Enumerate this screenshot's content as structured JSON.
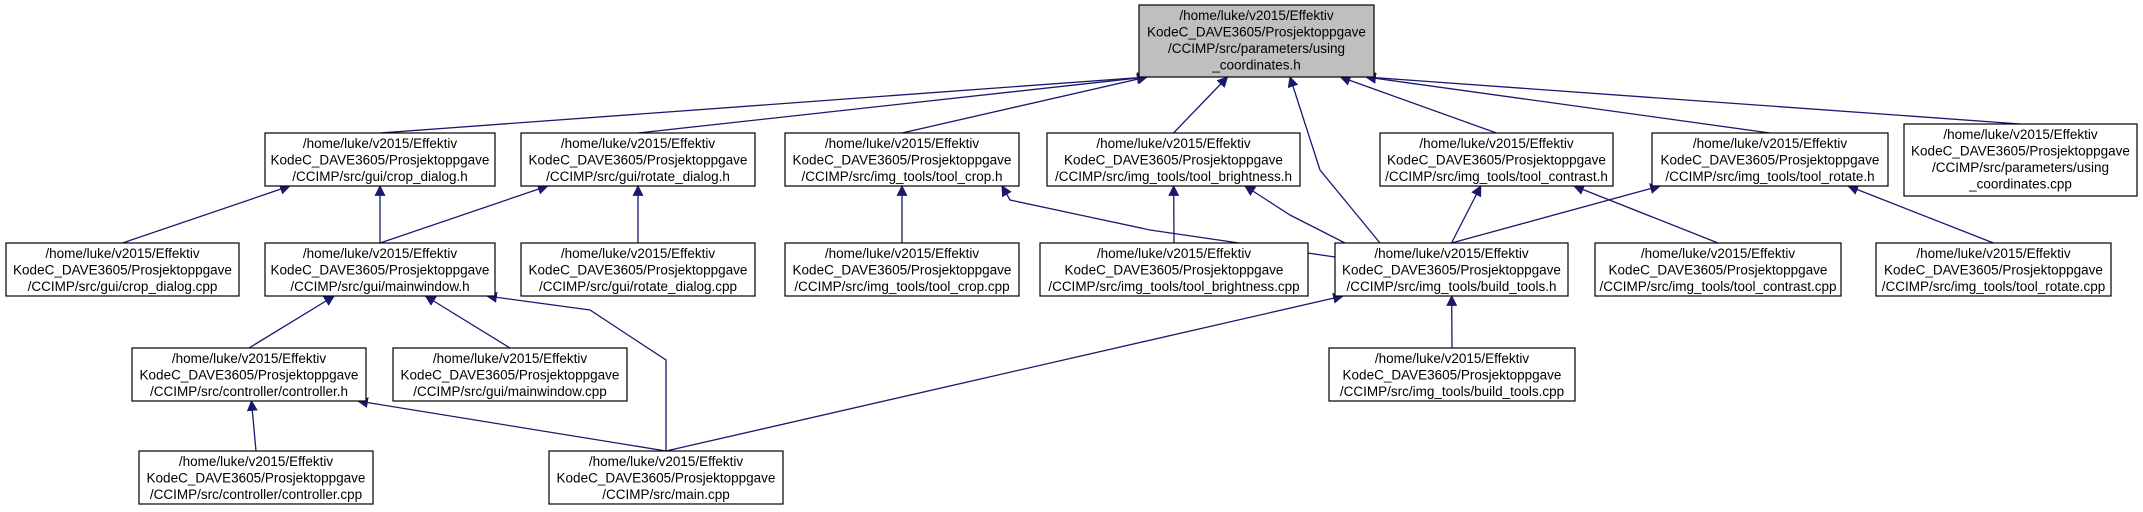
{
  "graph": {
    "edge_color": "#191970",
    "root_fill": "#bfbfbf",
    "node_fill": "#ffffff",
    "nodes": [
      {
        "id": "using_coordinates_h",
        "root": true,
        "lines": [
          "/home/luke/v2015/Effektiv",
          "KodeC_DAVE3605/Prosjektoppgave",
          "/CCIMP/src/parameters/using",
          "_coordinates.h"
        ]
      },
      {
        "id": "crop_dialog_h",
        "lines": [
          "/home/luke/v2015/Effektiv",
          "KodeC_DAVE3605/Prosjektoppgave",
          "/CCIMP/src/gui/crop_dialog.h"
        ]
      },
      {
        "id": "rotate_dialog_h",
        "lines": [
          "/home/luke/v2015/Effektiv",
          "KodeC_DAVE3605/Prosjektoppgave",
          "/CCIMP/src/gui/rotate_dialog.h"
        ]
      },
      {
        "id": "tool_crop_h",
        "lines": [
          "/home/luke/v2015/Effektiv",
          "KodeC_DAVE3605/Prosjektoppgave",
          "/CCIMP/src/img_tools/tool_crop.h"
        ]
      },
      {
        "id": "tool_brightness_h",
        "lines": [
          "/home/luke/v2015/Effektiv",
          "KodeC_DAVE3605/Prosjektoppgave",
          "/CCIMP/src/img_tools/tool_brightness.h"
        ]
      },
      {
        "id": "tool_contrast_h",
        "lines": [
          "/home/luke/v2015/Effektiv",
          "KodeC_DAVE3605/Prosjektoppgave",
          "/CCIMP/src/img_tools/tool_contrast.h"
        ]
      },
      {
        "id": "tool_rotate_h",
        "lines": [
          "/home/luke/v2015/Effektiv",
          "KodeC_DAVE3605/Prosjektoppgave",
          "/CCIMP/src/img_tools/tool_rotate.h"
        ]
      },
      {
        "id": "using_coordinates_cpp",
        "lines": [
          "/home/luke/v2015/Effektiv",
          "KodeC_DAVE3605/Prosjektoppgave",
          "/CCIMP/src/parameters/using",
          "_coordinates.cpp"
        ]
      },
      {
        "id": "crop_dialog_cpp",
        "lines": [
          "/home/luke/v2015/Effektiv",
          "KodeC_DAVE3605/Prosjektoppgave",
          "/CCIMP/src/gui/crop_dialog.cpp"
        ]
      },
      {
        "id": "mainwindow_h",
        "lines": [
          "/home/luke/v2015/Effektiv",
          "KodeC_DAVE3605/Prosjektoppgave",
          "/CCIMP/src/gui/mainwindow.h"
        ]
      },
      {
        "id": "rotate_dialog_cpp",
        "lines": [
          "/home/luke/v2015/Effektiv",
          "KodeC_DAVE3605/Prosjektoppgave",
          "/CCIMP/src/gui/rotate_dialog.cpp"
        ]
      },
      {
        "id": "tool_crop_cpp",
        "lines": [
          "/home/luke/v2015/Effektiv",
          "KodeC_DAVE3605/Prosjektoppgave",
          "/CCIMP/src/img_tools/tool_crop.cpp"
        ]
      },
      {
        "id": "tool_brightness_cpp",
        "lines": [
          "/home/luke/v2015/Effektiv",
          "KodeC_DAVE3605/Prosjektoppgave",
          "/CCIMP/src/img_tools/tool_brightness.cpp"
        ]
      },
      {
        "id": "build_tools_h",
        "lines": [
          "/home/luke/v2015/Effektiv",
          "KodeC_DAVE3605/Prosjektoppgave",
          "/CCIMP/src/img_tools/build_tools.h"
        ]
      },
      {
        "id": "tool_contrast_cpp",
        "lines": [
          "/home/luke/v2015/Effektiv",
          "KodeC_DAVE3605/Prosjektoppgave",
          "/CCIMP/src/img_tools/tool_contrast.cpp"
        ]
      },
      {
        "id": "tool_rotate_cpp",
        "lines": [
          "/home/luke/v2015/Effektiv",
          "KodeC_DAVE3605/Prosjektoppgave",
          "/CCIMP/src/img_tools/tool_rotate.cpp"
        ]
      },
      {
        "id": "controller_h",
        "lines": [
          "/home/luke/v2015/Effektiv",
          "KodeC_DAVE3605/Prosjektoppgave",
          "/CCIMP/src/controller/controller.h"
        ]
      },
      {
        "id": "mainwindow_cpp",
        "lines": [
          "/home/luke/v2015/Effektiv",
          "KodeC_DAVE3605/Prosjektoppgave",
          "/CCIMP/src/gui/mainwindow.cpp"
        ]
      },
      {
        "id": "build_tools_cpp",
        "lines": [
          "/home/luke/v2015/Effektiv",
          "KodeC_DAVE3605/Prosjektoppgave",
          "/CCIMP/src/img_tools/build_tools.cpp"
        ]
      },
      {
        "id": "controller_cpp",
        "lines": [
          "/home/luke/v2015/Effektiv",
          "KodeC_DAVE3605/Prosjektoppgave",
          "/CCIMP/src/controller/controller.cpp"
        ]
      },
      {
        "id": "main_cpp",
        "lines": [
          "/home/luke/v2015/Effektiv",
          "KodeC_DAVE3605/Prosjektoppgave",
          "/CCIMP/src/main.cpp"
        ]
      }
    ],
    "edges": [
      {
        "from": "crop_dialog_h",
        "to": "using_coordinates_h"
      },
      {
        "from": "rotate_dialog_h",
        "to": "using_coordinates_h"
      },
      {
        "from": "tool_crop_h",
        "to": "using_coordinates_h"
      },
      {
        "from": "tool_brightness_h",
        "to": "using_coordinates_h"
      },
      {
        "from": "build_tools_h",
        "to": "using_coordinates_h"
      },
      {
        "from": "tool_contrast_h",
        "to": "using_coordinates_h"
      },
      {
        "from": "tool_rotate_h",
        "to": "using_coordinates_h"
      },
      {
        "from": "using_coordinates_cpp",
        "to": "using_coordinates_h"
      },
      {
        "from": "crop_dialog_cpp",
        "to": "crop_dialog_h"
      },
      {
        "from": "mainwindow_h",
        "to": "crop_dialog_h"
      },
      {
        "from": "mainwindow_h",
        "to": "rotate_dialog_h"
      },
      {
        "from": "rotate_dialog_cpp",
        "to": "rotate_dialog_h"
      },
      {
        "from": "tool_crop_cpp",
        "to": "tool_crop_h"
      },
      {
        "from": "build_tools_h",
        "to": "tool_crop_h"
      },
      {
        "from": "tool_brightness_cpp",
        "to": "tool_brightness_h"
      },
      {
        "from": "build_tools_h",
        "to": "tool_brightness_h"
      },
      {
        "from": "build_tools_h",
        "to": "tool_contrast_h"
      },
      {
        "from": "tool_contrast_cpp",
        "to": "tool_contrast_h"
      },
      {
        "from": "build_tools_h",
        "to": "tool_rotate_h"
      },
      {
        "from": "tool_rotate_cpp",
        "to": "tool_rotate_h"
      },
      {
        "from": "controller_h",
        "to": "mainwindow_h"
      },
      {
        "from": "mainwindow_cpp",
        "to": "mainwindow_h"
      },
      {
        "from": "main_cpp",
        "to": "mainwindow_h"
      },
      {
        "from": "build_tools_cpp",
        "to": "build_tools_h"
      },
      {
        "from": "main_cpp",
        "to": "build_tools_h"
      },
      {
        "from": "controller_cpp",
        "to": "controller_h"
      },
      {
        "from": "main_cpp",
        "to": "controller_h"
      }
    ]
  }
}
